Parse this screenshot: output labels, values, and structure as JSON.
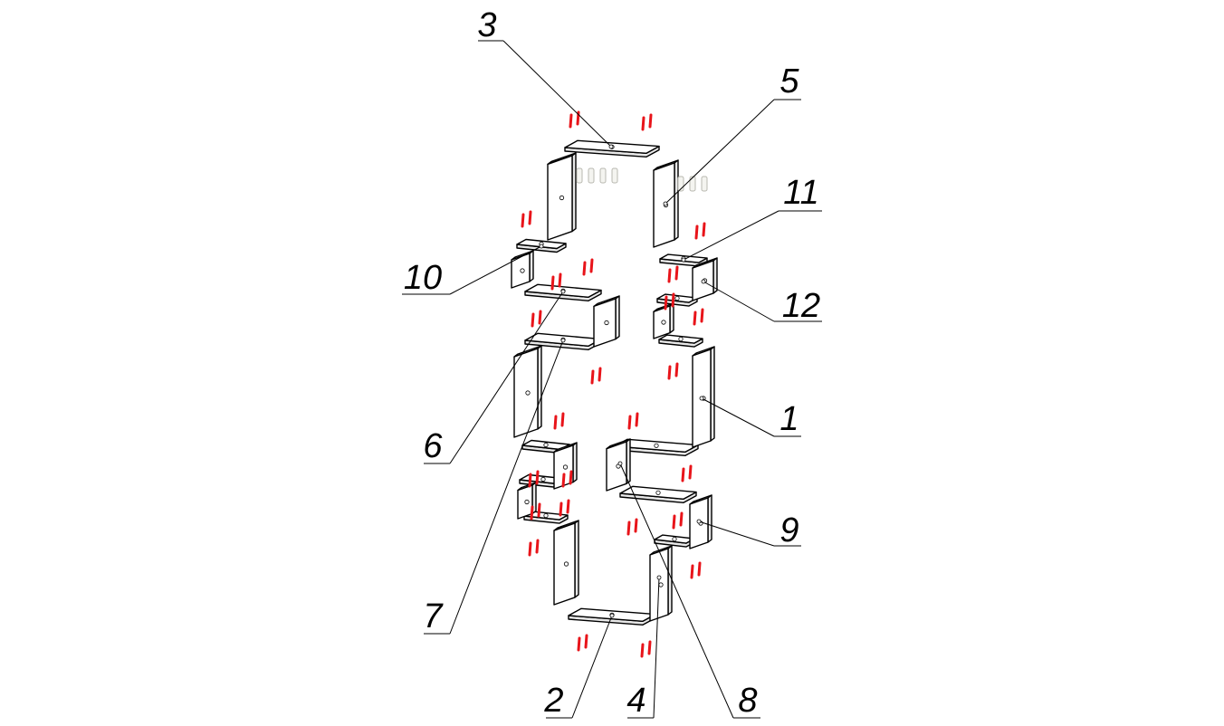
{
  "drawing": {
    "title": "Exploded assembly diagram",
    "part_labels": [
      "1",
      "2",
      "3",
      "4",
      "5",
      "6",
      "7",
      "8",
      "9",
      "10",
      "11",
      "12"
    ],
    "colors": {
      "pins": "#e8141a",
      "lines": "#000000",
      "tabs": "#b8b8b0"
    }
  }
}
